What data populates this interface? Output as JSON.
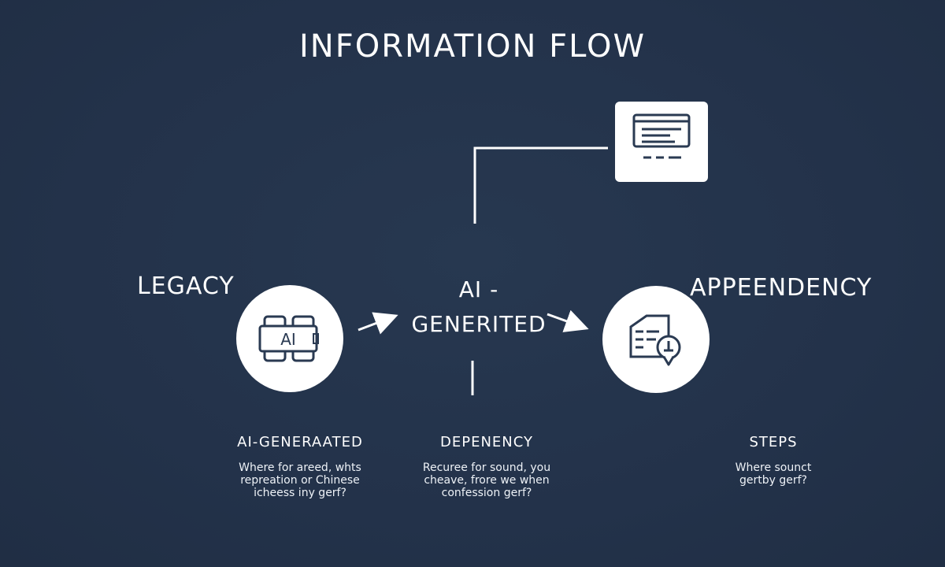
{
  "title": "INFORMATION FLOW",
  "nodes": {
    "legacy": {
      "label": "LEGACY",
      "icon": "ai-chip-icon",
      "icon_text": "AI"
    },
    "center": {
      "label_line1": "AI -",
      "label_line2": "GENERITED"
    },
    "appendency": {
      "label": "APPEENDENCY",
      "icon": "document-download-icon"
    }
  },
  "top_card": {
    "icon": "document-icon"
  },
  "captions": [
    {
      "heading": "AI-GENERAATED",
      "lines": [
        "Where for areed, whts",
        "repreation or Chinese",
        "icheess iny gerf?"
      ]
    },
    {
      "heading": "DEPENENCY",
      "lines": [
        "Recuree for sound, you",
        "cheave, frore we when",
        "confession gerf?"
      ]
    },
    {
      "heading": "STEPS",
      "lines": [
        "Where sounct",
        "gertby gerf?"
      ]
    }
  ],
  "colors": {
    "background": "#243349",
    "foreground": "#ffffff",
    "icon_stroke": "#2a3a52"
  }
}
